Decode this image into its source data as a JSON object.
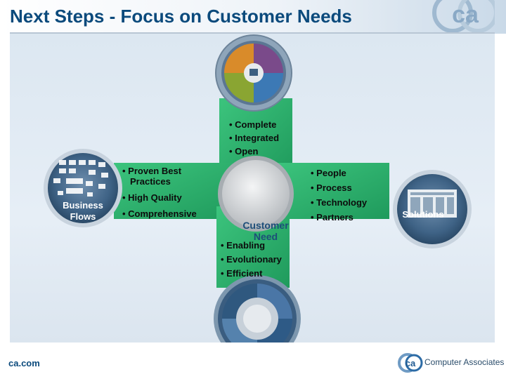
{
  "title": "Next Steps - Focus on Customer Needs",
  "watermark_logo": "ca",
  "center": {
    "line1": "Customer",
    "line2": "Need"
  },
  "top_bullets": [
    "• Complete",
    "• Integrated",
    "• Open"
  ],
  "left_bullets": [
    "• Proven Best",
    "Practices",
    "• High Quality",
    "• Comprehensive"
  ],
  "right_bullets": [
    "• People",
    "• Process",
    "• Technology",
    "• Partners"
  ],
  "bottom_bullets": [
    "• Enabling",
    "• Evolutionary",
    "• Efficient"
  ],
  "left_caption": {
    "line1": "Business",
    "line2": "Flows"
  },
  "right_caption": "Solutions",
  "footer": {
    "site": "ca.com",
    "company": "Computer Associates",
    "company_mark": "ca"
  },
  "colors": {
    "title": "#0b4a7c",
    "green_cross": "#29b06d",
    "circle_blue": "#4b6f92",
    "center_gray": "#c9ccce"
  }
}
